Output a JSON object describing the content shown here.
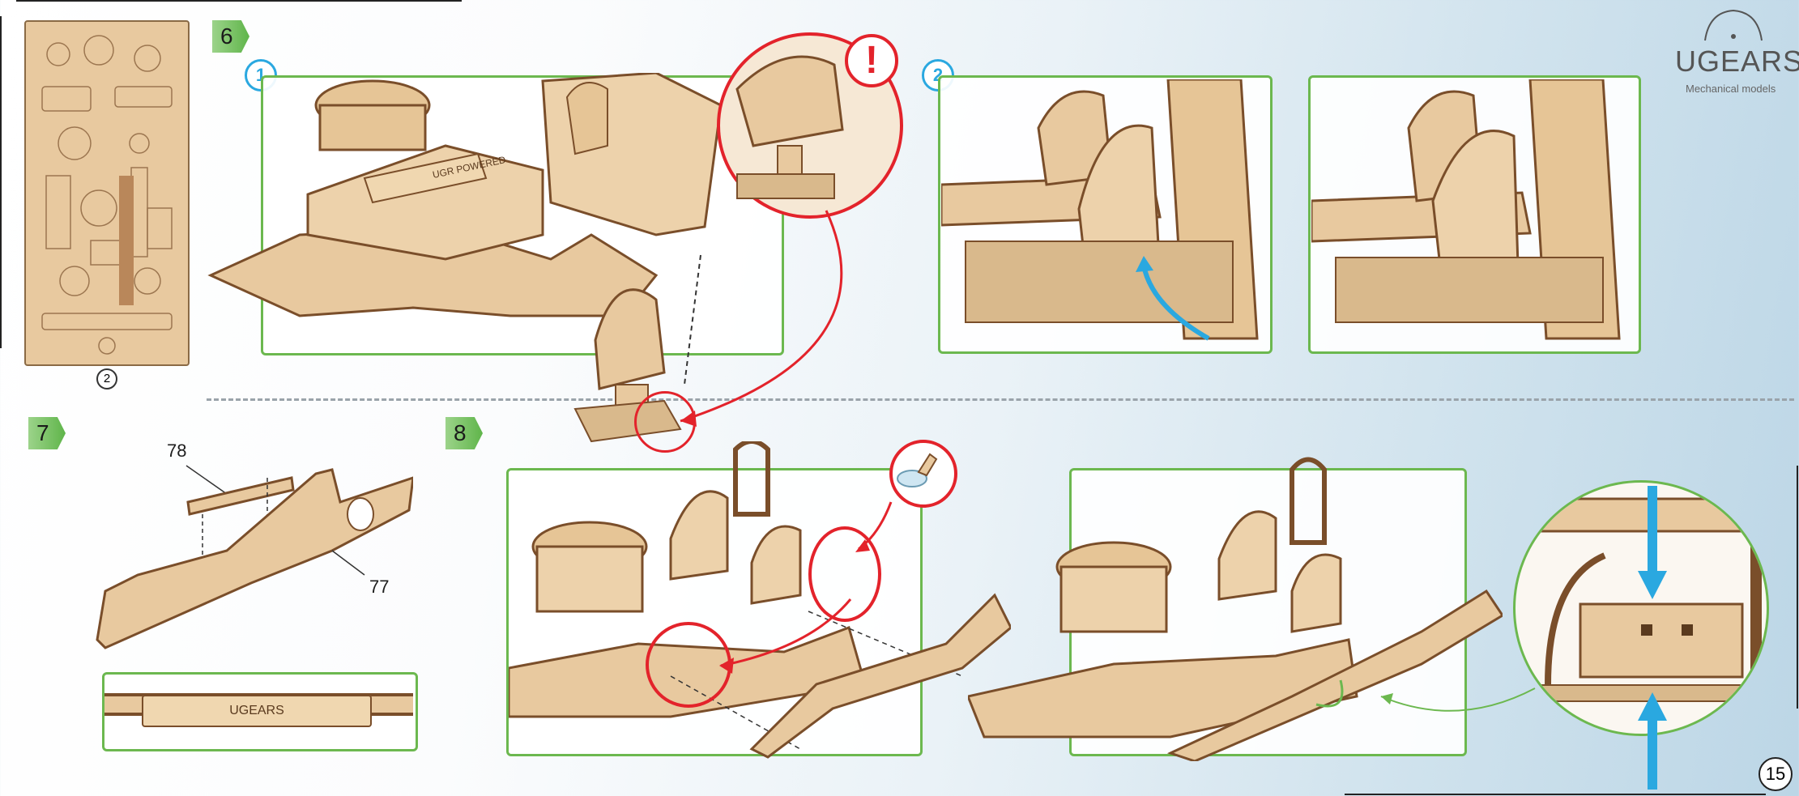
{
  "brand": {
    "name": "UGEARS",
    "tagline": "Mechanical models"
  },
  "page_number": "15",
  "steps": [
    {
      "number": "6"
    },
    {
      "number": "7"
    },
    {
      "number": "8"
    }
  ],
  "sub_steps": [
    {
      "number": "1"
    },
    {
      "number": "2"
    }
  ],
  "sheet_label": "2",
  "part_labels": {
    "p78": "78",
    "p77": "77"
  },
  "engine_label": "UGR POWERED",
  "plate_label": "UGEARS",
  "colors": {
    "green": "#6cb84f",
    "red": "#e3232b",
    "blue": "#2aa8e0",
    "wood": "#e8c99f",
    "wood_dark": "#7a4e2a"
  }
}
